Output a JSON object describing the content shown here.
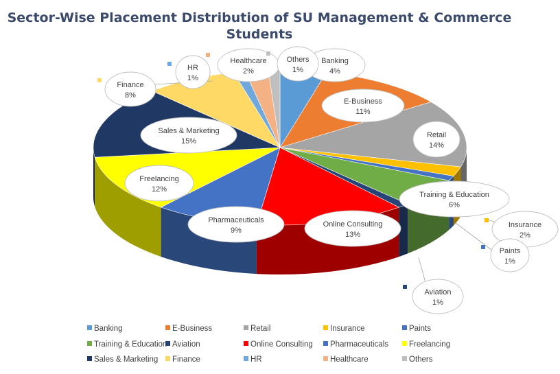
{
  "chart_data": {
    "type": "pie",
    "title_line1": "Sector-Wise Placement Distribution  of SU Management & Commerce",
    "title_line2": "Students",
    "legend_position": "bottom",
    "slices": [
      {
        "label": "Banking",
        "value": 4,
        "pct_text": "4%",
        "color": "#5b9bd5"
      },
      {
        "label": "E-Business",
        "value": 11,
        "pct_text": "11%",
        "color": "#ed7d31"
      },
      {
        "label": "Retail",
        "value": 14,
        "pct_text": "14%",
        "color": "#a5a5a5"
      },
      {
        "label": "Insurance",
        "value": 2,
        "pct_text": "2%",
        "color": "#ffc000"
      },
      {
        "label": "Paints",
        "value": 1,
        "pct_text": "1%",
        "color": "#4472c4"
      },
      {
        "label": "Training & Education",
        "value": 6,
        "pct_text": "6%",
        "color": "#70ad47"
      },
      {
        "label": "Aviation",
        "value": 1,
        "pct_text": "1%",
        "color": "#264478"
      },
      {
        "label": "Online Consulting",
        "value": 13,
        "pct_text": "13%",
        "color": "#ff0000"
      },
      {
        "label": "Pharmaceuticals",
        "value": 9,
        "pct_text": "9%",
        "color": "#4472c4"
      },
      {
        "label": "Freelancing",
        "value": 12,
        "pct_text": "12%",
        "color": "#ffff00"
      },
      {
        "label": "Sales & Marketing",
        "value": 15,
        "pct_text": "15%",
        "color": "#203864"
      },
      {
        "label": "Finance",
        "value": 8,
        "pct_text": "8%",
        "color": "#ffd966"
      },
      {
        "label": "HR",
        "value": 1,
        "pct_text": "1%",
        "color": "#6fa8dc"
      },
      {
        "label": "Healthcare",
        "value": 2,
        "pct_text": "2%",
        "color": "#f4b183"
      },
      {
        "label": "Others",
        "value": 1,
        "pct_text": "1%",
        "color": "#bfbfbf"
      }
    ]
  }
}
